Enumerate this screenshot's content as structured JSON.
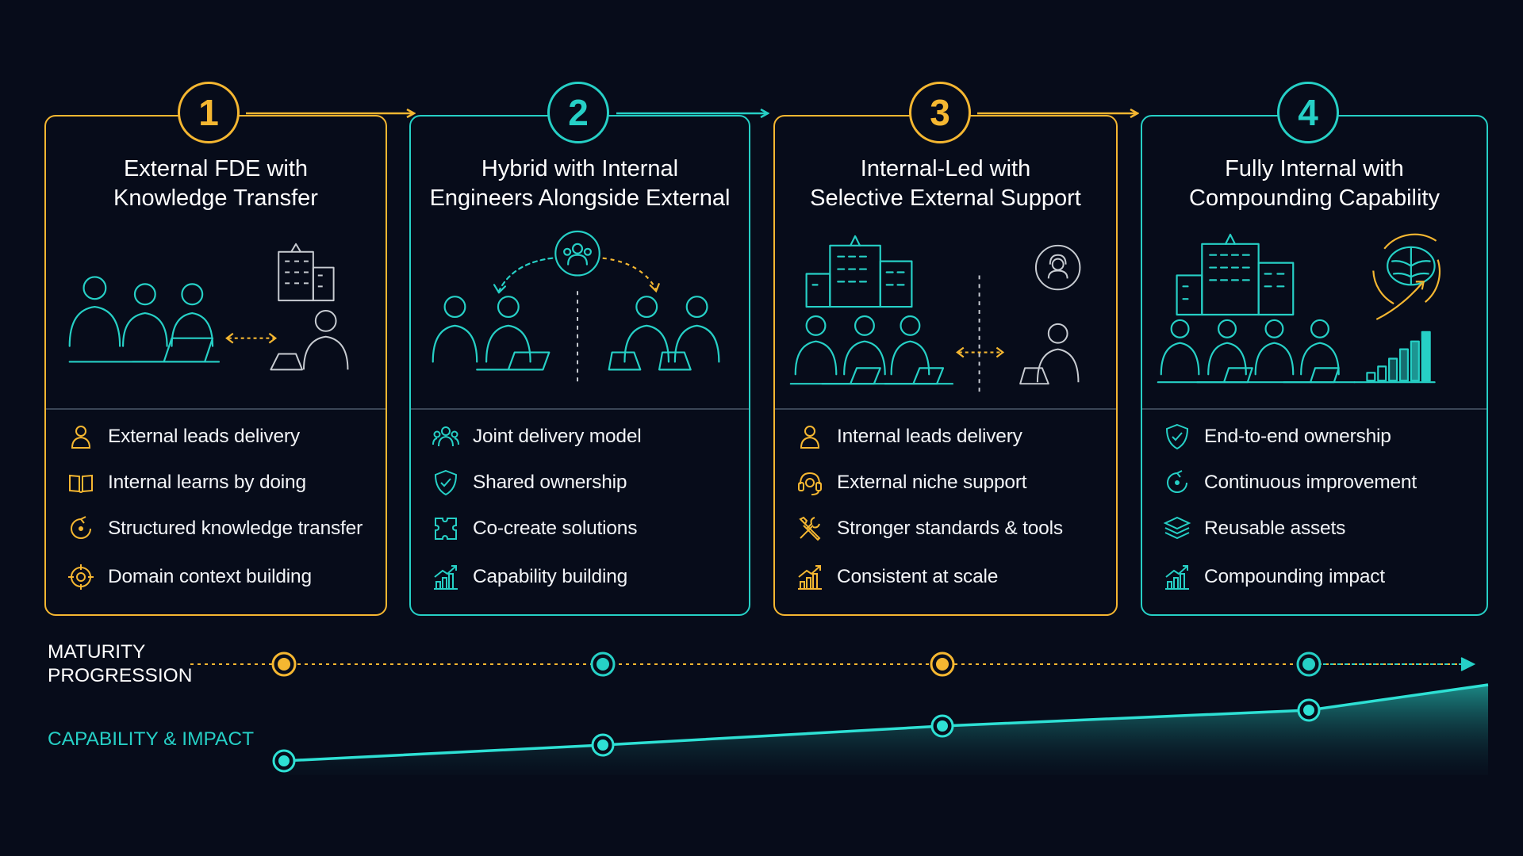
{
  "colors": {
    "gold": "#f5b731",
    "teal": "#26d0c6",
    "background": "#070c1a"
  },
  "stages": [
    {
      "number": "1",
      "title": "External FDE with\nKnowledge Transfer",
      "color": "#f5b731",
      "features": [
        {
          "icon": "person-icon",
          "label": "External leads delivery"
        },
        {
          "icon": "open-book-icon",
          "label": "Internal learns by doing"
        },
        {
          "icon": "cycle-icon",
          "label": "Structured knowledge transfer"
        },
        {
          "icon": "target-icon",
          "label": "Domain context building"
        }
      ]
    },
    {
      "number": "2",
      "title": "Hybrid with Internal\nEngineers Alongside External",
      "color": "#26d0c6",
      "features": [
        {
          "icon": "team-icon",
          "label": "Joint delivery model"
        },
        {
          "icon": "shield-check-icon",
          "label": "Shared ownership"
        },
        {
          "icon": "puzzle-icon",
          "label": "Co-create solutions"
        },
        {
          "icon": "growth-chart-icon",
          "label": "Capability building"
        }
      ]
    },
    {
      "number": "3",
      "title": "Internal-Led with\nSelective External Support",
      "color": "#f5b731",
      "features": [
        {
          "icon": "person-icon",
          "label": "Internal leads delivery"
        },
        {
          "icon": "headset-icon",
          "label": "External niche support"
        },
        {
          "icon": "tools-icon",
          "label": "Stronger standards & tools"
        },
        {
          "icon": "growth-chart-icon",
          "label": "Consistent at scale"
        }
      ]
    },
    {
      "number": "4",
      "title": "Fully Internal with\nCompounding Capability",
      "color": "#26d0c6",
      "features": [
        {
          "icon": "shield-check-icon",
          "label": "End-to-end ownership"
        },
        {
          "icon": "cycle-icon",
          "label": "Continuous improvement"
        },
        {
          "icon": "layers-icon",
          "label": "Reusable assets"
        },
        {
          "icon": "growth-chart-icon",
          "label": "Compounding impact"
        }
      ]
    }
  ],
  "timeline": {
    "maturity_label": "MATURITY\nPROGRESSION",
    "capability_label": "CAPABILITY & IMPACT"
  }
}
